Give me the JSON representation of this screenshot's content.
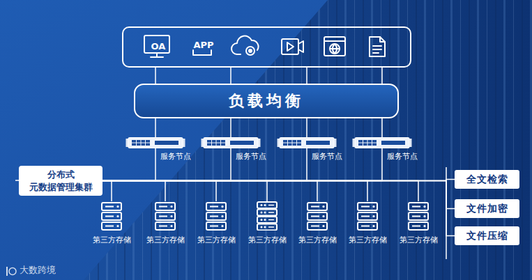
{
  "diagram": {
    "nodes": [
      {
        "text": [
          "OA",
          "APP"
        ]
      },
      {
        "text": [
          "负载均衡"
        ]
      },
      {
        "text": [
          "服务节点"
        ]
      },
      {
        "text": [
          "服务节点"
        ]
      },
      {
        "text": [
          "服务节点"
        ]
      },
      {
        "text": [
          "服务节点"
        ]
      },
      {
        "text": [
          "分布式 元数据管理集群"
        ]
      },
      {
        "text": [
          "第三方存储"
        ]
      },
      {
        "text": [
          "第三方存储"
        ]
      },
      {
        "text": [
          "第三方存储"
        ]
      },
      {
        "text": [
          "第三方存储"
        ]
      },
      {
        "text": [
          "第三方存储"
        ]
      },
      {
        "text": [
          "第三方存储"
        ]
      },
      {
        "text": [
          "第三方存储"
        ]
      },
      {
        "text": [
          "全文检索"
        ]
      },
      {
        "text": [
          "文件加密"
        ]
      },
      {
        "text": [
          "文件压缩"
        ]
      }
    ],
    "edges": [
      {
        "from": 0,
        "to": 1,
        "arrow": "none"
      },
      {
        "from": 1,
        "to": 2,
        "arrow": "none"
      },
      {
        "from": 1,
        "to": 3,
        "arrow": "none"
      },
      {
        "from": 1,
        "to": 4,
        "arrow": "none"
      },
      {
        "from": 1,
        "to": 5,
        "arrow": "none"
      },
      {
        "from": 2,
        "to": 6,
        "arrow": "none"
      },
      {
        "from": 3,
        "to": 6,
        "arrow": "none"
      },
      {
        "from": 4,
        "to": 6,
        "arrow": "none"
      },
      {
        "from": 5,
        "to": 6,
        "arrow": "none"
      },
      {
        "from": 6,
        "to": 7,
        "arrow": "none"
      },
      {
        "from": 6,
        "to": 8,
        "arrow": "none"
      },
      {
        "from": 6,
        "to": 9,
        "arrow": "none"
      },
      {
        "from": 6,
        "to": 10,
        "arrow": "none"
      },
      {
        "from": 6,
        "to": 11,
        "arrow": "none"
      },
      {
        "from": 6,
        "to": 12,
        "arrow": "none"
      },
      {
        "from": 6,
        "to": 13,
        "arrow": "none"
      },
      {
        "from": 6,
        "to": 14,
        "arrow": "none"
      },
      {
        "from": 6,
        "to": 15,
        "arrow": "none"
      },
      {
        "from": 6,
        "to": 16,
        "arrow": "none"
      }
    ],
    "labels": [
      "大数跨境"
    ]
  }
}
